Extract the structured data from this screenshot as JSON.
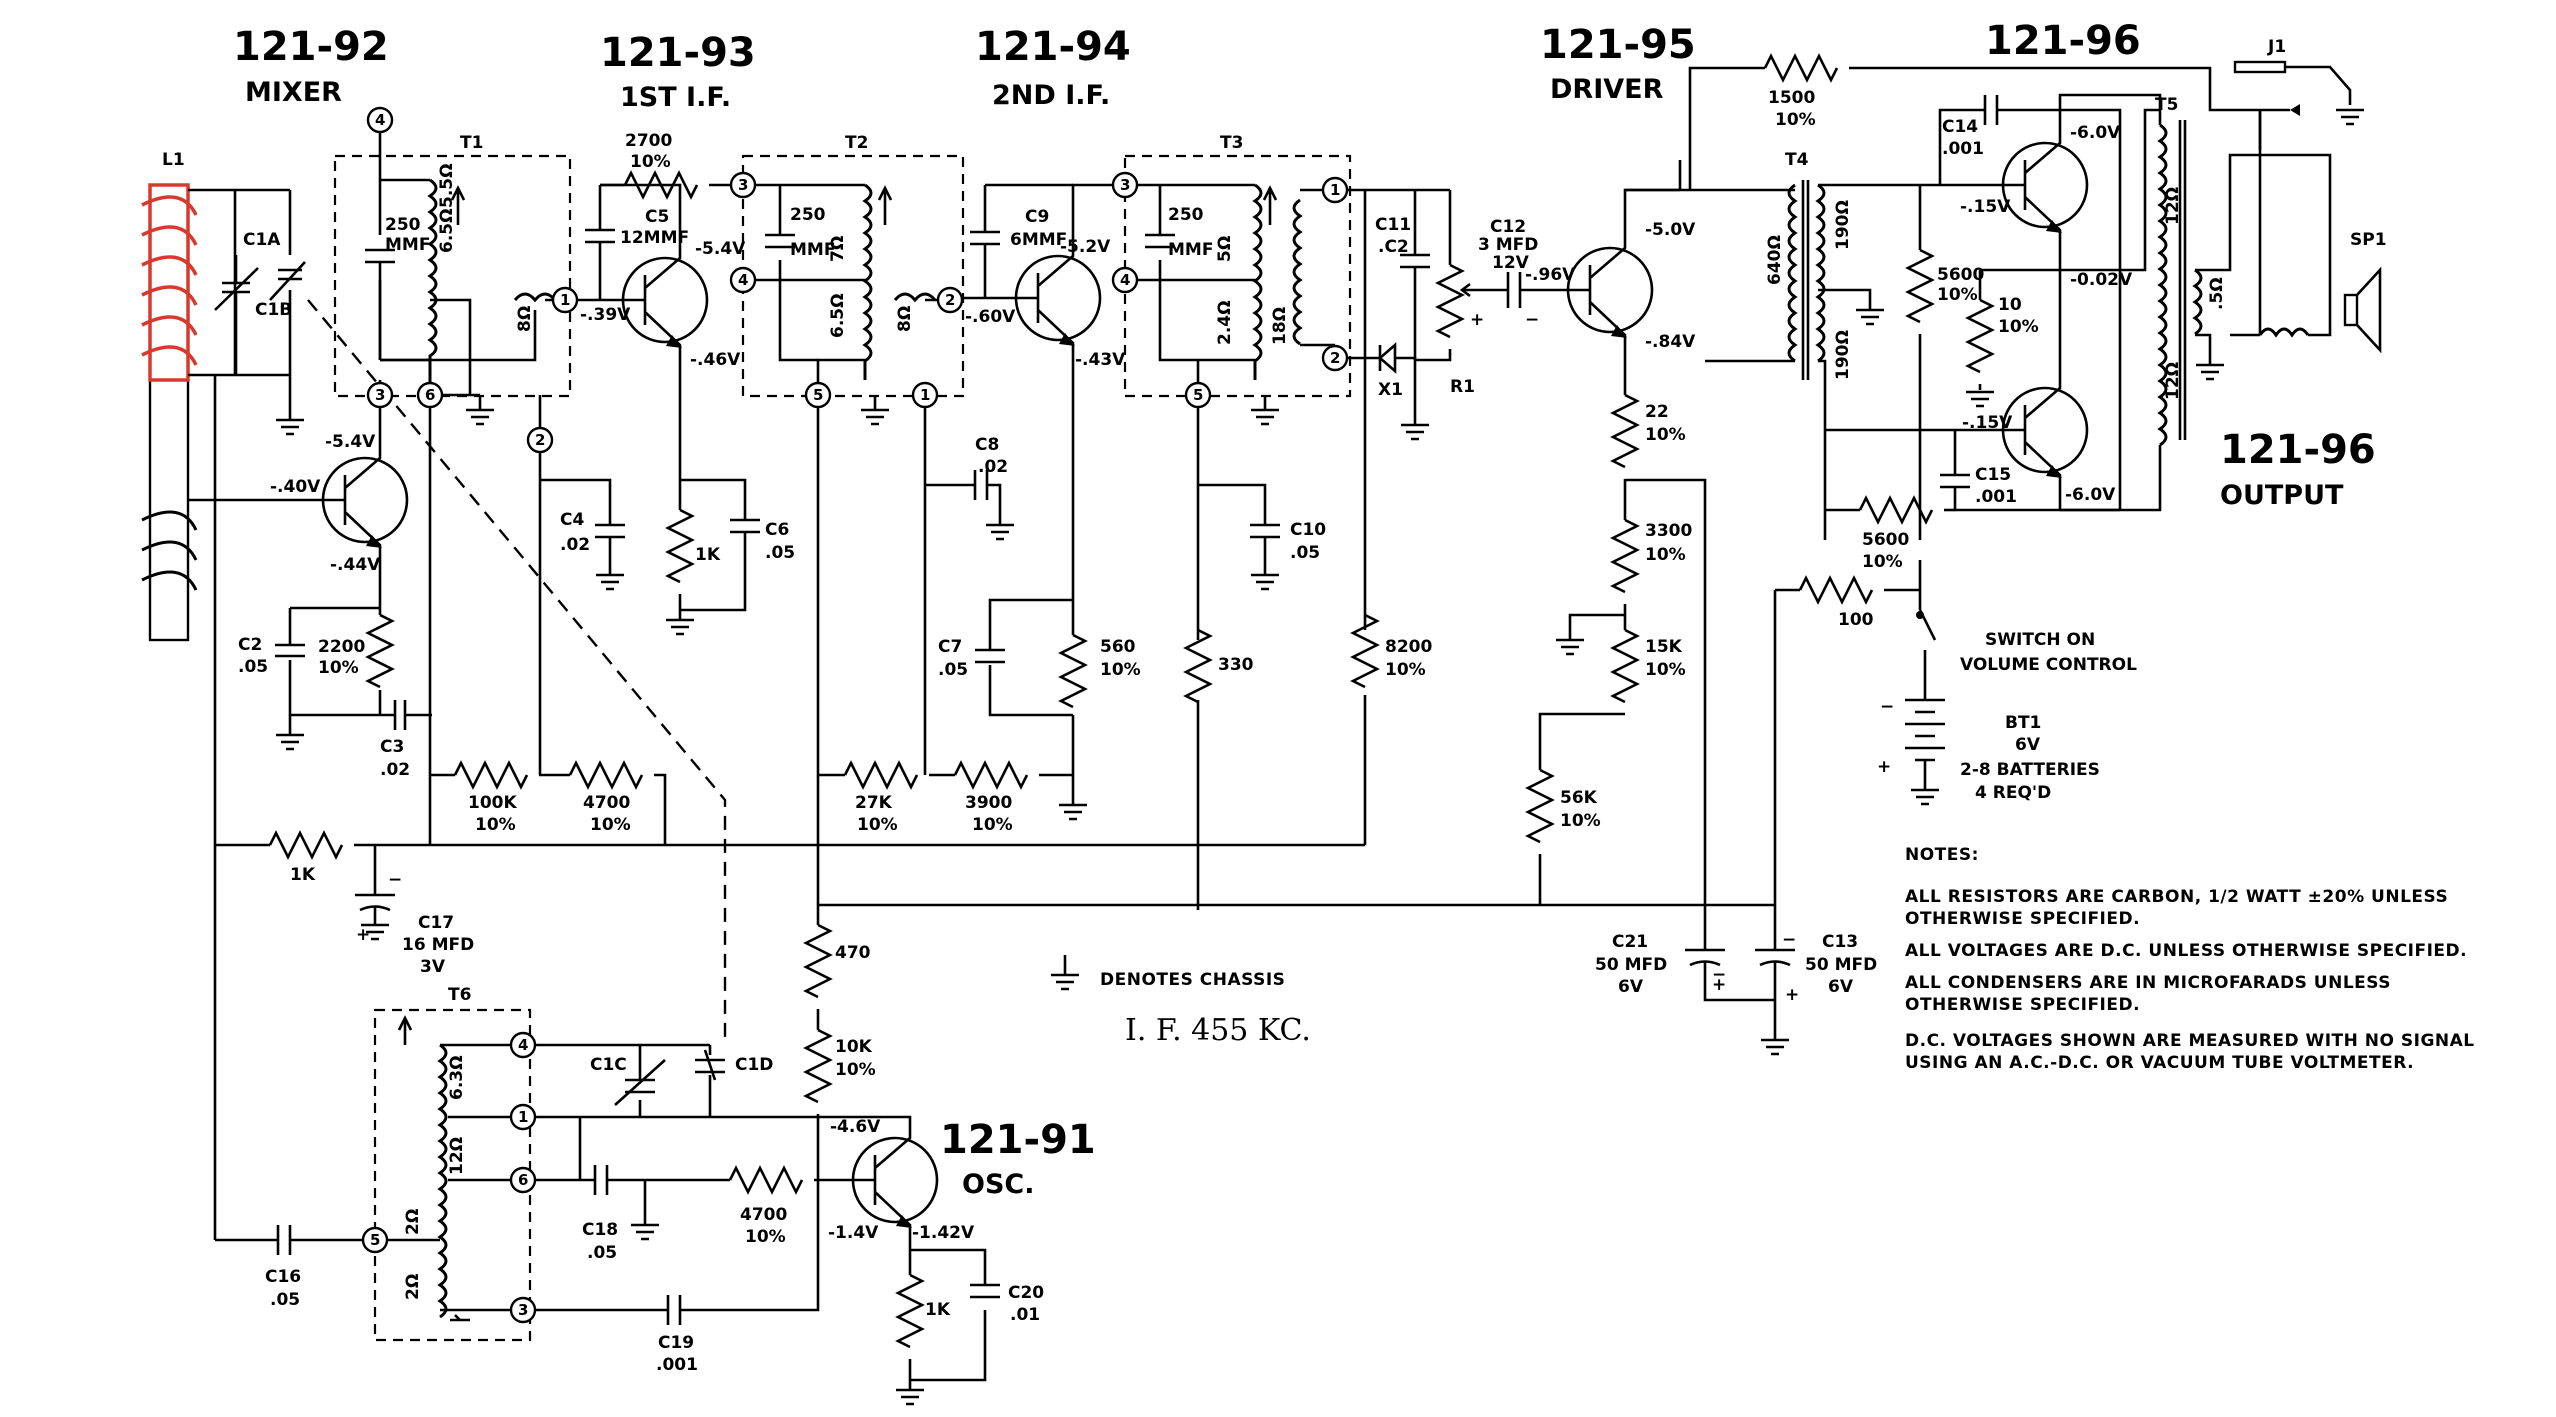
{
  "stages": {
    "mixer": {
      "id": "121-92",
      "role": "MIXER"
    },
    "if1": {
      "id": "121-93",
      "role": "1ST I.F."
    },
    "if2": {
      "id": "121-94",
      "role": "2ND I.F."
    },
    "driver": {
      "id": "121-95",
      "role": "DRIVER"
    },
    "output_top": {
      "id": "121-96"
    },
    "output_side": {
      "id": "121-96",
      "role": "OUTPUT"
    },
    "osc": {
      "id": "121-91",
      "role": "OSC."
    }
  },
  "components": {
    "L1": "L1",
    "C1A": "C1A",
    "C1B": "C1B",
    "T1": "T1",
    "T2": "T2",
    "T3": "T3",
    "T4": "T4",
    "T5": "T5",
    "T6": "T6",
    "T1_cap_a": "250",
    "T1_cap_b": "MMF",
    "T2_cap_a": "250",
    "T2_cap_b": "MMF",
    "T3_cap_a": "250",
    "T3_cap_b": "MMF",
    "R2700_a": "2700",
    "R2700_b": "10%",
    "C5_a": "C5",
    "C5_b": "12MMF",
    "C9_a": "C9",
    "C9_b": "6MMF",
    "C11_a": "C11",
    "C11_b": ".C2",
    "C12_a": "C12",
    "C12_b": "3 MFD",
    "C12_c": "12V",
    "R1500_a": "1500",
    "R1500_b": "10%",
    "J1": "J1",
    "SP1": "SP1",
    "C14_a": "C14",
    "C14_b": ".001",
    "C15_a": "C15",
    "C15_b": ".001",
    "R5600a_a": "5600",
    "R5600a_b": "10%",
    "R10_a": "10",
    "R10_b": "10%",
    "R5600b_a": "5600",
    "R5600b_b": "10%",
    "R100": "100",
    "R22_a": "22",
    "R22_b": "10%",
    "R3300_a": "3300",
    "R3300_b": "10%",
    "R15K_a": "15K",
    "R15K_b": "10%",
    "R56K_a": "56K",
    "R56K_b": "10%",
    "C2_a": "C2",
    "C2_b": ".05",
    "R2200_a": "2200",
    "R2200_b": "10%",
    "C3_a": "C3",
    "C3_b": ".02",
    "C4_a": "C4",
    "C4_b": ".02",
    "R1Ka": "1K",
    "C6_a": "C6",
    "C6_b": ".05",
    "R100K_a": "100K",
    "R100K_b": "10%",
    "R4700a_a": "4700",
    "R4700a_b": "10%",
    "C8_a": "C8",
    "C8_b": ".02",
    "C7_a": "C7",
    "C7_b": ".05",
    "R560_a": "560",
    "R560_b": "10%",
    "R27K_a": "27K",
    "R27K_b": "10%",
    "R3900_a": "3900",
    "R3900_b": "10%",
    "R330": "330",
    "C10_a": "C10",
    "C10_b": ".05",
    "R8200_a": "8200",
    "R8200_b": "10%",
    "X1": "X1",
    "R1": "R1",
    "R1Kb": "1K",
    "C17_a": "C17",
    "C17_b": "16 MFD",
    "C17_c": "3V",
    "R470": "470",
    "R10K_a": "10K",
    "R10K_b": "10%",
    "C1C": "C1C",
    "C1D": "C1D",
    "C18_a": "C18",
    "C18_b": ".05",
    "R4700b_a": "4700",
    "R4700b_b": "10%",
    "C16_a": "C16",
    "C16_b": ".05",
    "C19_a": "C19",
    "C19_b": ".001",
    "R1Kc": "1K",
    "C20_a": "C20",
    "C20_b": ".01",
    "C21_a": "C21",
    "C21_b": "50 MFD",
    "C21_c": "6V",
    "C13_a": "C13",
    "C13_b": "50 MFD",
    "C13_c": "6V",
    "BT1_a": "BT1",
    "BT1_b": "6V",
    "BT1_c": "2-8 BATTERIES",
    "BT1_d": "4 REQ'D",
    "switch_a": "SWITCH ON",
    "switch_b": "VOLUME CONTROL",
    "T1_pri": "6.5Ω",
    "T1_pri2": "5.5Ω",
    "T1_sec": "8Ω",
    "T2_pri": "6.5Ω",
    "T2_pri2": "7Ω",
    "T2_sec": "8Ω",
    "T3_pri": "2.4Ω",
    "T3_pri2": "5Ω",
    "T3_sec": "18Ω",
    "T4_a": "640Ω",
    "T4_b": "190Ω",
    "T4_c": "190Ω",
    "T5_a": "12Ω",
    "T5_b": "12Ω",
    "T5_c": ".5Ω",
    "T6_a": "6.3Ω",
    "T6_b": "12Ω",
    "T6_c": "2Ω",
    "T6_d": "2Ω"
  },
  "voltages": {
    "mixer_c": "-5.4V",
    "mixer_b": "-.40V",
    "mixer_e": "-.44V",
    "if1_b": "-.39V",
    "if1_c": "-5.4V",
    "if1_e": "-.46V",
    "if2_b": "-.60V",
    "if2_c": "-5.2V",
    "if2_e": "-.43V",
    "drv_b": "-.96V",
    "drv_c": "-5.0V",
    "drv_e": "-.84V",
    "out_c1": "-6.0V",
    "out_b1": "-.15V",
    "out_e": "-0.02V",
    "out_b2": "-.15V",
    "out_c2": "-6.0V",
    "osc_b": "-1.4V",
    "osc_c": "-4.6V",
    "osc_e": "-1.42V"
  },
  "pins": {
    "p1": "1",
    "p2": "2",
    "p3": "3",
    "p4": "4",
    "p5": "5",
    "p6": "6"
  },
  "legend": {
    "chassis": "DENOTES CHASSIS",
    "if": "I. F.  455 KC."
  },
  "notes": {
    "title": "NOTES:",
    "n1a": "ALL RESISTORS ARE CARBON, 1/2 WATT ±20% UNLESS",
    "n1b": "OTHERWISE SPECIFIED.",
    "n2": "ALL VOLTAGES ARE D.C. UNLESS OTHERWISE SPECIFIED.",
    "n3a": "ALL CONDENSERS ARE IN MICROFARADS UNLESS",
    "n3b": "OTHERWISE SPECIFIED.",
    "n4a": "D.C. VOLTAGES SHOWN ARE MEASURED WITH NO SIGNAL",
    "n4b": "USING AN A.C.-D.C. OR VACUUM TUBE VOLTMETER."
  },
  "colors": {
    "highlight": "#d63a2e",
    "ink": "#000000",
    "paper": "#ffffff"
  }
}
